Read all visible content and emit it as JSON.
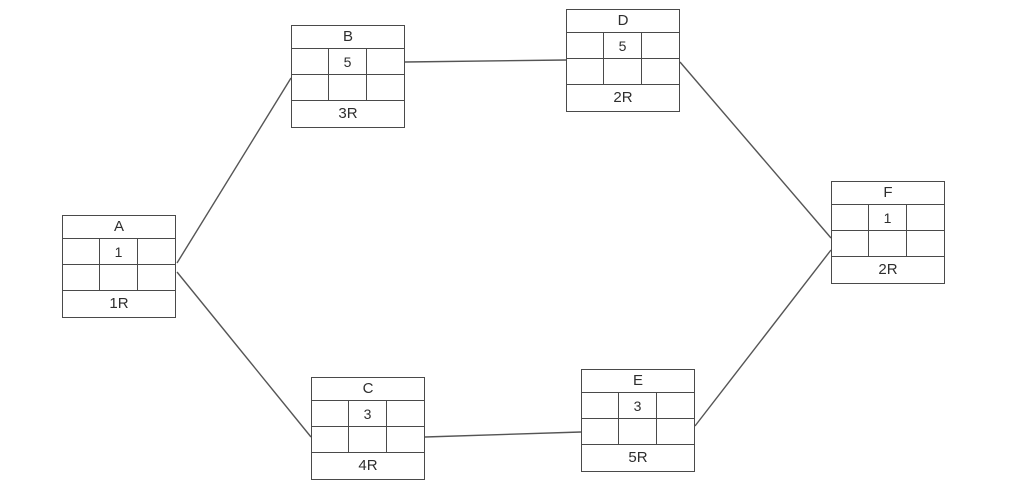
{
  "diagram": {
    "type": "activity-network",
    "nodes": [
      {
        "name": "A",
        "duration": "1",
        "resource": "1R"
      },
      {
        "name": "B",
        "duration": "5",
        "resource": "3R"
      },
      {
        "name": "C",
        "duration": "3",
        "resource": "4R"
      },
      {
        "name": "D",
        "duration": "5",
        "resource": "2R"
      },
      {
        "name": "E",
        "duration": "3",
        "resource": "5R"
      },
      {
        "name": "F",
        "duration": "1",
        "resource": "2R"
      }
    ],
    "edges": [
      {
        "from": "A",
        "to": "B"
      },
      {
        "from": "A",
        "to": "C"
      },
      {
        "from": "B",
        "to": "D"
      },
      {
        "from": "C",
        "to": "E"
      },
      {
        "from": "D",
        "to": "F"
      },
      {
        "from": "E",
        "to": "F"
      }
    ],
    "colors": {
      "line": "#555555",
      "border": "#4a4a4a",
      "text": "#2e2e2e",
      "background": "#ffffff"
    }
  }
}
